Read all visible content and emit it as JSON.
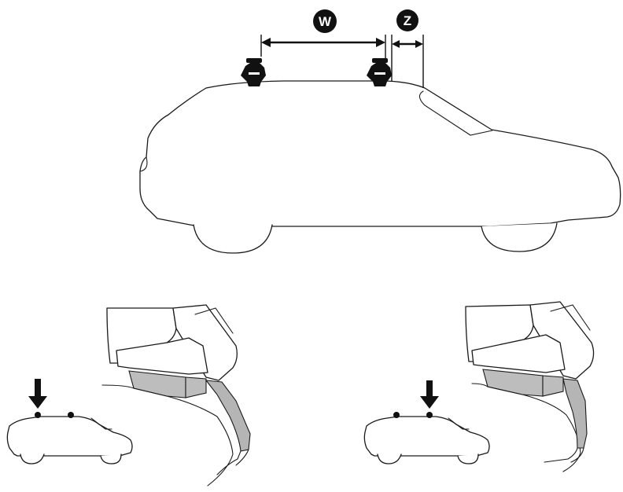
{
  "labels": {
    "w": "W",
    "z": "Z"
  },
  "icons": {
    "main": "car-with-roof-rack-feet",
    "detail_left": "front-foot-close-up",
    "detail_right": "rear-foot-close-up",
    "arrow": "down-arrow-icon"
  },
  "colors": {
    "line": "#1a1a1a",
    "badge": "#111111",
    "pad": "#bdbdbd"
  }
}
